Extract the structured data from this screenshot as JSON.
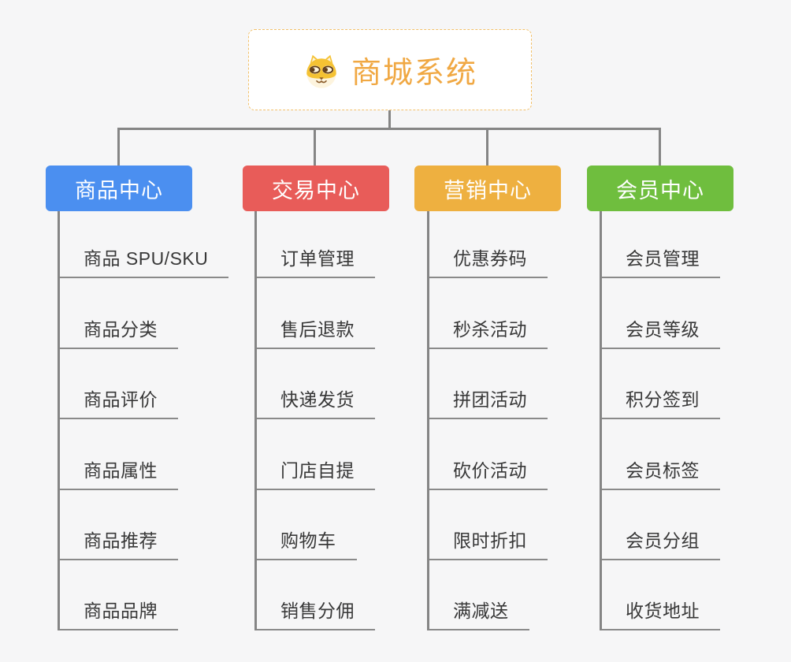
{
  "page": {
    "background_color": "#f6f6f7",
    "connector_color": "#858585"
  },
  "root": {
    "label": "商城系统",
    "text_color": "#f0a843",
    "border_color": "#f2c06a",
    "icon": "shiba-dog-icon"
  },
  "branches": [
    {
      "label": "商品中心",
      "color": "#4b8ff0",
      "items": [
        "商品 SPU/SKU",
        "商品分类",
        "商品评价",
        "商品属性",
        "商品推荐",
        "商品品牌"
      ]
    },
    {
      "label": "交易中心",
      "color": "#e85c59",
      "items": [
        "订单管理",
        "售后退款",
        "快递发货",
        "门店自提",
        "购物车",
        "销售分佣"
      ]
    },
    {
      "label": "营销中心",
      "color": "#eeb040",
      "items": [
        "优惠券码",
        "秒杀活动",
        "拼团活动",
        "砍价活动",
        "限时折扣",
        "满减送"
      ]
    },
    {
      "label": "会员中心",
      "color": "#6fbe3e",
      "items": [
        "会员管理",
        "会员等级",
        "积分签到",
        "会员标签",
        "会员分组",
        "收货地址"
      ]
    }
  ]
}
